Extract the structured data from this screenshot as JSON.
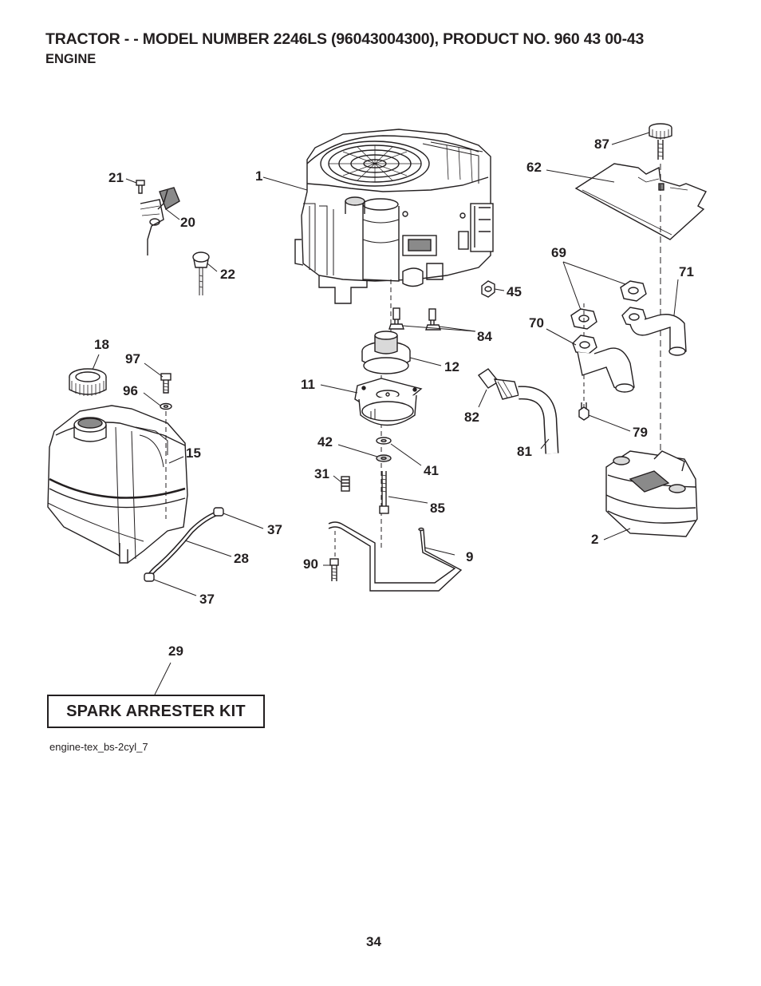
{
  "header": {
    "title": "TRACTOR - - MODEL NUMBER 2246LS (96043004300), PRODUCT NO. 960 43 00-43",
    "subtitle": "ENGINE"
  },
  "callouts": {
    "c1": "1",
    "c2": "2",
    "c9": "9",
    "c11": "11",
    "c12": "12",
    "c15": "15",
    "c18": "18",
    "c20": "20",
    "c21": "21",
    "c22": "22",
    "c28": "28",
    "c29": "29",
    "c31": "31",
    "c37a": "37",
    "c37b": "37",
    "c41": "41",
    "c42": "42",
    "c45": "45",
    "c62": "62",
    "c69": "69",
    "c70": "70",
    "c71": "71",
    "c79": "79",
    "c81": "81",
    "c82": "82",
    "c84": "84",
    "c85": "85",
    "c87": "87",
    "c90": "90",
    "c96": "96",
    "c97": "97"
  },
  "kit": {
    "label": "SPARK ARRESTER KIT"
  },
  "reference": "engine-tex_bs-2cyl_7",
  "footer": {
    "page_number": "34"
  },
  "colors": {
    "ink": "#231f20",
    "shade": "#d9d9d9",
    "dark_shade": "#8a8a8a"
  }
}
